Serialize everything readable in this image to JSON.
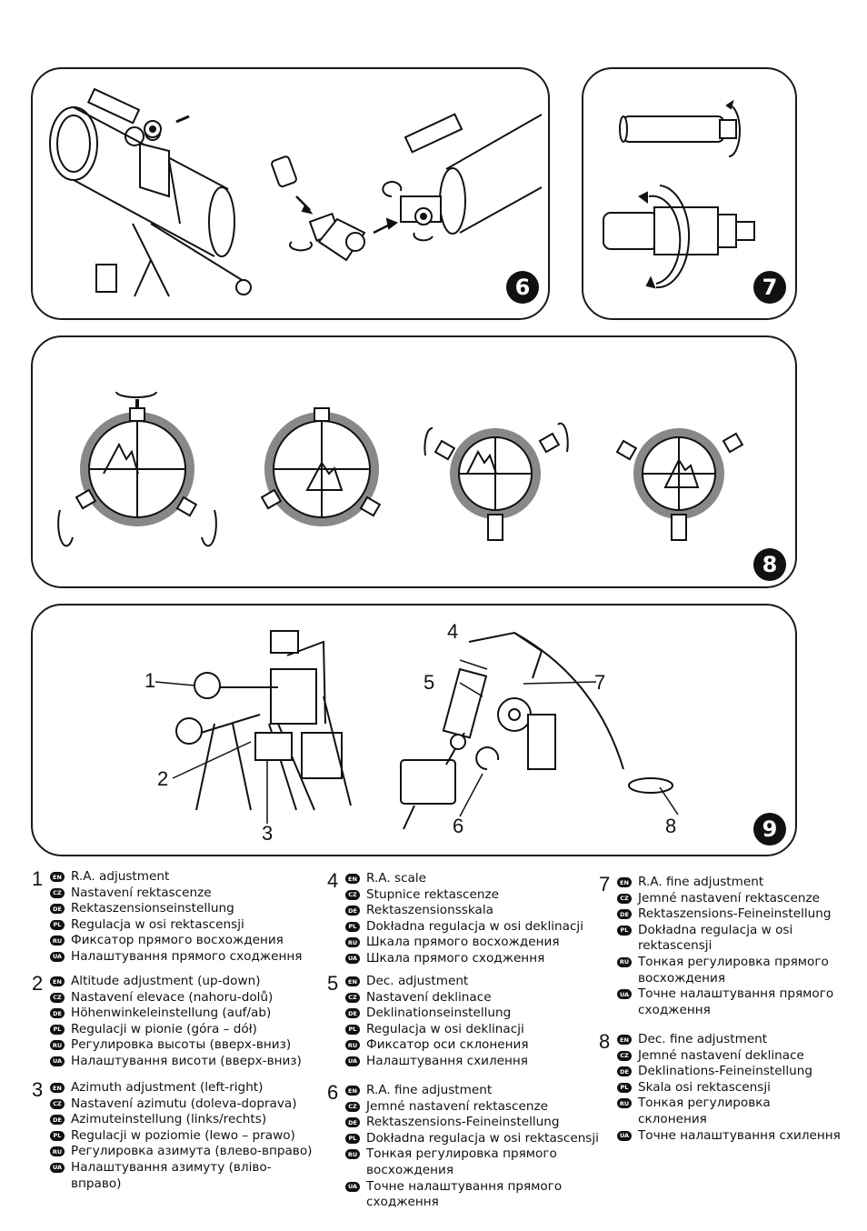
{
  "figures": {
    "fig6": {
      "number": "6"
    },
    "fig7": {
      "number": "7"
    },
    "fig8": {
      "number": "8"
    },
    "fig9": {
      "number": "9",
      "callouts": [
        "1",
        "2",
        "3",
        "4",
        "5",
        "6",
        "7",
        "8"
      ]
    }
  },
  "legend": [
    {
      "num": "1",
      "items": [
        {
          "lang": "EN",
          "text": "R.A. adjustment"
        },
        {
          "lang": "CZ",
          "text": "Nastavení rektascenze"
        },
        {
          "lang": "DE",
          "text": "Rektaszensionseinstellung"
        },
        {
          "lang": "PL",
          "text": "Regulacja w osi rektascensji"
        },
        {
          "lang": "RU",
          "text": "Фиксатор прямого восхождения"
        },
        {
          "lang": "UA",
          "text": "Налаштування прямого сходження"
        }
      ]
    },
    {
      "num": "2",
      "items": [
        {
          "lang": "EN",
          "text": "Altitude adjustment (up-down)"
        },
        {
          "lang": "CZ",
          "text": "Nastavení elevace (nahoru-dolů)"
        },
        {
          "lang": "DE",
          "text": "Höhenwinkeleinstellung (auf/ab)"
        },
        {
          "lang": "PL",
          "text": "Regulacji w pionie (góra – dół)"
        },
        {
          "lang": "RU",
          "text": "Регулировка высоты (вверх-вниз)"
        },
        {
          "lang": "UA",
          "text": "Налаштування висоти (вверх-вниз)"
        }
      ]
    },
    {
      "num": "3",
      "items": [
        {
          "lang": "EN",
          "text": "Azimuth adjustment (left-right)"
        },
        {
          "lang": "CZ",
          "text": "Nastavení azimutu (doleva-doprava)"
        },
        {
          "lang": "DE",
          "text": "Azimuteinstellung (links/rechts)"
        },
        {
          "lang": "PL",
          "text": "Regulacji w poziomie (lewo – prawo)"
        },
        {
          "lang": "RU",
          "text": "Регулировка азимута (влево-вправо)"
        },
        {
          "lang": "UA",
          "text": "Налаштування азимуту (вліво-вправо)"
        }
      ]
    },
    {
      "num": "4",
      "items": [
        {
          "lang": "EN",
          "text": "R.A. scale"
        },
        {
          "lang": "CZ",
          "text": "Stupnice rektascenze"
        },
        {
          "lang": "DE",
          "text": "Rektaszensionsskala"
        },
        {
          "lang": "PL",
          "text": "Dokładna regulacja w osi deklinacji"
        },
        {
          "lang": "RU",
          "text": "Шкала прямого восхождения"
        },
        {
          "lang": "UA",
          "text": "Шкала прямого сходження"
        }
      ]
    },
    {
      "num": "5",
      "items": [
        {
          "lang": "EN",
          "text": "Dec. adjustment"
        },
        {
          "lang": "CZ",
          "text": "Nastavení deklinace"
        },
        {
          "lang": "DE",
          "text": "Deklinationseinstellung"
        },
        {
          "lang": "PL",
          "text": "Regulacja w osi deklinacji"
        },
        {
          "lang": "RU",
          "text": "Фиксатор оси склонения"
        },
        {
          "lang": "UA",
          "text": "Налаштування схилення"
        }
      ]
    },
    {
      "num": "6",
      "items": [
        {
          "lang": "EN",
          "text": "R.A. fine adjustment"
        },
        {
          "lang": "CZ",
          "text": "Jemné nastavení rektascenze"
        },
        {
          "lang": "DE",
          "text": "Rektaszensions-Feineinstellung"
        },
        {
          "lang": "PL",
          "text": "Dokładna regulacja w osi rektascensji"
        },
        {
          "lang": "RU",
          "text": "Тонкая регулировка прямого восхождения"
        },
        {
          "lang": "UA",
          "text": "Точне налаштування прямого сходження"
        }
      ]
    },
    {
      "num": "7",
      "items": [
        {
          "lang": "EN",
          "text": "R.A. fine adjustment"
        },
        {
          "lang": "CZ",
          "text": "Jemné nastavení rektascenze"
        },
        {
          "lang": "DE",
          "text": "Rektaszensions-Feineinstellung"
        },
        {
          "lang": "PL",
          "text": "Dokładna regulacja w osi rektascensji"
        },
        {
          "lang": "RU",
          "text": "Тонкая регулировка прямого восхождения"
        },
        {
          "lang": "UA",
          "text": "Точне налаштування прямого сходження"
        }
      ]
    },
    {
      "num": "8",
      "items": [
        {
          "lang": "EN",
          "text": "Dec. fine adjustment"
        },
        {
          "lang": "CZ",
          "text": "Jemné nastavení deklinace"
        },
        {
          "lang": "DE",
          "text": "Deklinations-Feineinstellung"
        },
        {
          "lang": "PL",
          "text": "Skala osi rektascensji"
        },
        {
          "lang": "RU",
          "text": "Тонкая регулировка склонения"
        },
        {
          "lang": "UA",
          "text": "Точне налаштування схилення"
        }
      ]
    }
  ]
}
